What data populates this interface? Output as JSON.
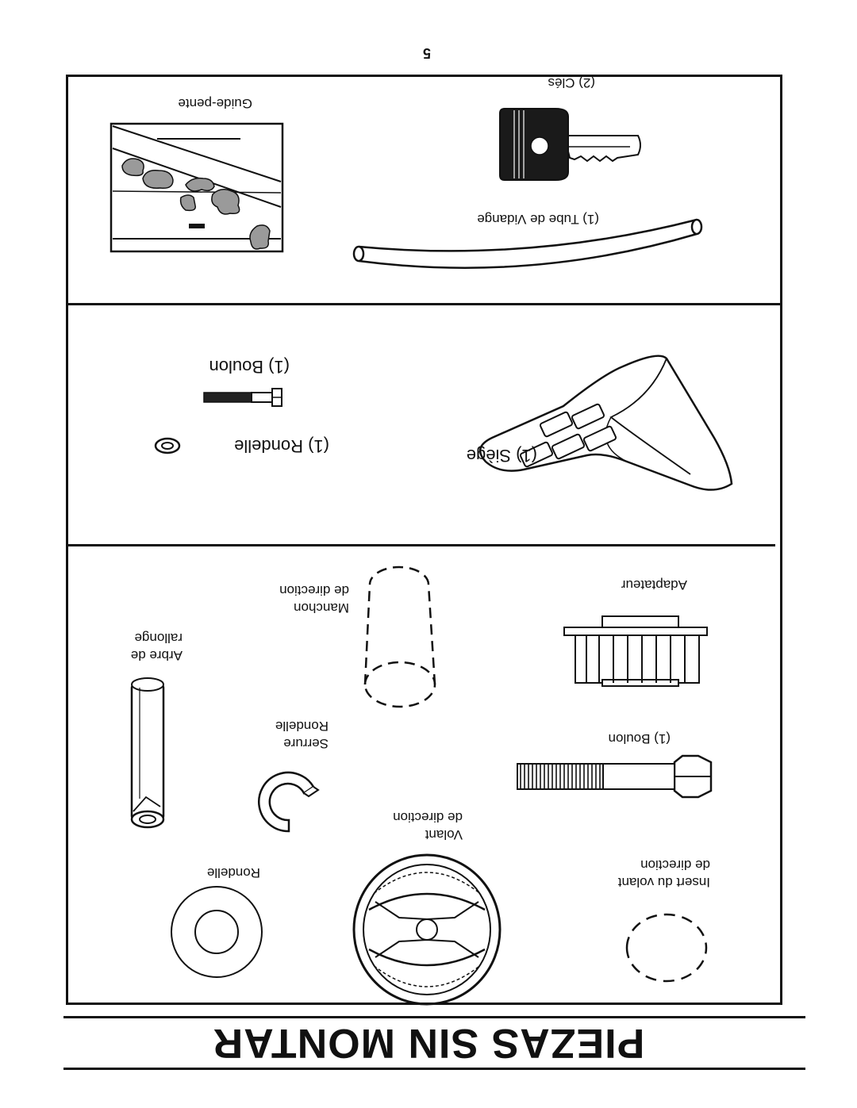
{
  "page": {
    "title": "PIEZAS SIN MONTAR",
    "page_number": "5"
  },
  "parts": {
    "insert": {
      "line1": "Insert du volant",
      "line2": "de direction"
    },
    "steering_wheel": {
      "line1": "Volant",
      "line2": "de direction"
    },
    "washer": {
      "label": "Rondelle"
    },
    "bolt_large": {
      "label": "(1) Boulon"
    },
    "lock_washer": {
      "line1": "Serrure",
      "line2": "Rondelle"
    },
    "extension_shaft": {
      "line1": "Arbre de",
      "line2": "rallonge"
    },
    "adapter": {
      "label": "Adaptateur"
    },
    "sleeve": {
      "line1": "Manchon",
      "line2": "de direction"
    },
    "seat": {
      "label": "(1) Siège"
    },
    "washer_small": {
      "label": "(1) Rondelle"
    },
    "bolt_small": {
      "label": "(1) Boulon"
    },
    "drain_tube": {
      "label": "(1) Tube de Vidange"
    },
    "keys": {
      "label": "(2) Clés"
    },
    "slope_guide": {
      "label": "Guide-pente"
    }
  }
}
